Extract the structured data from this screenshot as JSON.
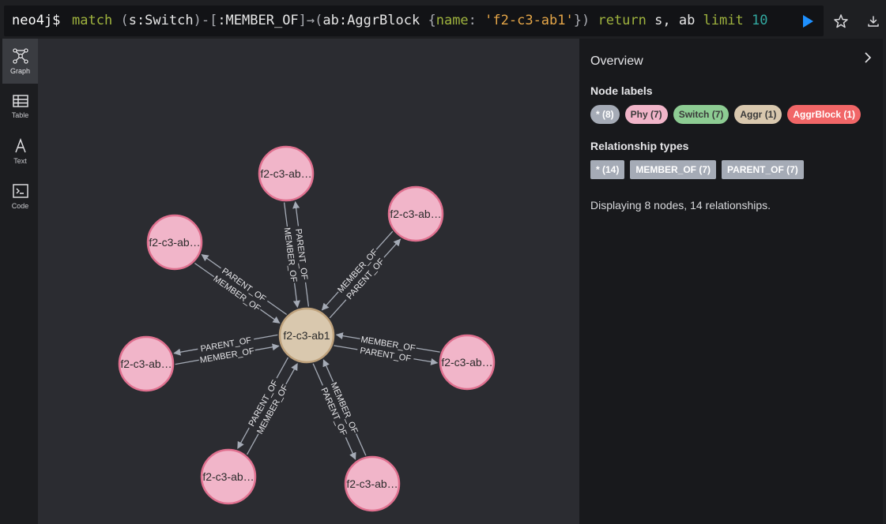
{
  "editor": {
    "prompt": "neo4j$",
    "query_tokens": [
      {
        "t": "match",
        "c": "tk-kw"
      },
      {
        "t": " ",
        "c": "tk-p"
      },
      {
        "t": "(",
        "c": "tk-p"
      },
      {
        "t": "s",
        "c": "tk-id"
      },
      {
        "t": ":Switch",
        "c": "tk-id"
      },
      {
        "t": ")-[",
        "c": "tk-p"
      },
      {
        "t": ":MEMBER_OF",
        "c": "tk-id"
      },
      {
        "t": "]→(",
        "c": "tk-p"
      },
      {
        "t": "ab",
        "c": "tk-id"
      },
      {
        "t": ":AggrBlock",
        "c": "tk-id"
      },
      {
        "t": " {",
        "c": "tk-p"
      },
      {
        "t": "name",
        "c": "tk-key"
      },
      {
        "t": ": ",
        "c": "tk-p"
      },
      {
        "t": "'f2-c3-ab1'",
        "c": "tk-str"
      },
      {
        "t": "})",
        "c": "tk-p"
      },
      {
        "t": " return",
        "c": "tk-kw"
      },
      {
        "t": " s, ab",
        "c": "tk-id"
      },
      {
        "t": " limit",
        "c": "tk-kw"
      },
      {
        "t": " 10",
        "c": "tk-num"
      }
    ],
    "icons": {
      "run": "play-icon",
      "favorite": "star-icon",
      "export": "download-icon"
    }
  },
  "sidebar": {
    "items": [
      {
        "label": "Graph",
        "icon": "graph-icon",
        "active": true
      },
      {
        "label": "Table",
        "icon": "table-icon",
        "active": false
      },
      {
        "label": "Text",
        "icon": "text-icon",
        "active": false
      },
      {
        "label": "Code",
        "icon": "code-icon",
        "active": false
      }
    ]
  },
  "graph": {
    "center": {
      "label": "f2-c3-ab1",
      "color": "#d9c8ae",
      "stroke": "#bfa27c"
    },
    "leaf_color": "#f1b5c9",
    "leaf_stroke": "#e0708f",
    "leaves": [
      {
        "label": "f2-c3-ab…",
        "out_label": "MEMBER_OF",
        "in_label": "PARENT_OF"
      },
      {
        "label": "f2-c3-ab…",
        "out_label": "MEMBER_OF",
        "in_label": "PARENT_OF"
      },
      {
        "label": "f2-c3-ab…",
        "out_label": "MEMBER_OF",
        "in_label": "PARENT_OF"
      },
      {
        "label": "f2-c3-ab…",
        "out_label": "MEMBER_OF",
        "in_label": "PARENT_OF"
      },
      {
        "label": "f2-c3-ab…",
        "out_label": "MEMBER_OF",
        "in_label": "PARENT_OF"
      },
      {
        "label": "f2-c3-ab…",
        "out_label": "MEMBER_OF",
        "in_label": "PARENT_OF"
      },
      {
        "label": "f2-c3-ab…",
        "out_label": "MEMBER_OF",
        "in_label": "PARENT_OF"
      }
    ]
  },
  "overview": {
    "title": "Overview",
    "node_labels_heading": "Node labels",
    "node_labels": [
      {
        "text": "* (8)",
        "color": "#a5abb6",
        "fg": "#ffffff"
      },
      {
        "text": "Phy (7)",
        "color": "#f1b5c9",
        "fg": "#3a3a3a"
      },
      {
        "text": "Switch (7)",
        "color": "#8dcc93",
        "fg": "#3a3a3a"
      },
      {
        "text": "Aggr (1)",
        "color": "#d9c8ae",
        "fg": "#3a3a3a"
      },
      {
        "text": "AggrBlock (1)",
        "color": "#f16667",
        "fg": "#ffffff"
      }
    ],
    "rel_types_heading": "Relationship types",
    "rel_types": [
      {
        "text": "* (14)",
        "color": "#a5abb6"
      },
      {
        "text": "MEMBER_OF (7)",
        "color": "#a5abb6"
      },
      {
        "text": "PARENT_OF (7)",
        "color": "#a5abb6"
      }
    ],
    "summary": "Displaying 8 nodes, 14 relationships."
  }
}
